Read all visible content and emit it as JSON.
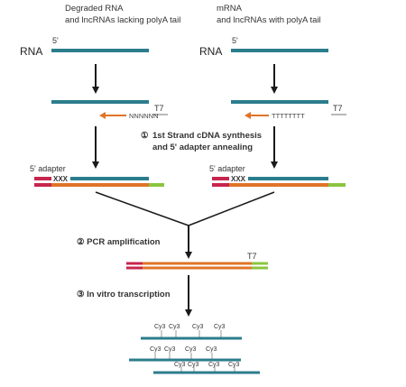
{
  "left_header": {
    "line1": "Degraded RNA",
    "line2": "and lncRNAs lacking polyA tail"
  },
  "right_header": {
    "line1": "mRNA",
    "line2": "and lncRNAs with polyA tail"
  },
  "rna_label": "RNA",
  "five_prime": "5'",
  "primer_random": "NNNNNN",
  "primer_oligo_dt": "TTTTTTTT",
  "t7": "T7",
  "adapter_label": "5' adapter",
  "adapter_seq": "XXX",
  "steps": {
    "step1_num": "①",
    "step1_line1": "1st Strand cDNA synthesis",
    "step1_line2": "and 5' adapter annealing",
    "step2": "② PCR amplification",
    "step3": "③ In vitro transcription"
  },
  "cy3": "Cy3",
  "colors": {
    "rna_teal": "#2b7d8c",
    "cdna_orange": "#e07428",
    "adapter_red": "#c7254e",
    "t7_green": "#8bc53f",
    "arrow_black": "#1a1a1a",
    "primer_orange": "#e07428"
  }
}
